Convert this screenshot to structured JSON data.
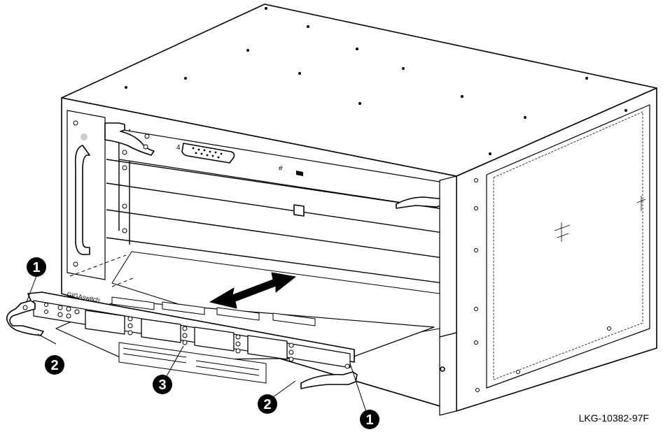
{
  "figure": {
    "caption": "LKG-10382-97F",
    "slot_number": "4",
    "module_label": "GIGAswitch",
    "hash_mark": "#",
    "callouts": [
      {
        "id": "c1a",
        "label": "1"
      },
      {
        "id": "c1b",
        "label": "1"
      },
      {
        "id": "c2a",
        "label": "2"
      },
      {
        "id": "c2b",
        "label": "2"
      },
      {
        "id": "c3",
        "label": "3"
      }
    ]
  }
}
